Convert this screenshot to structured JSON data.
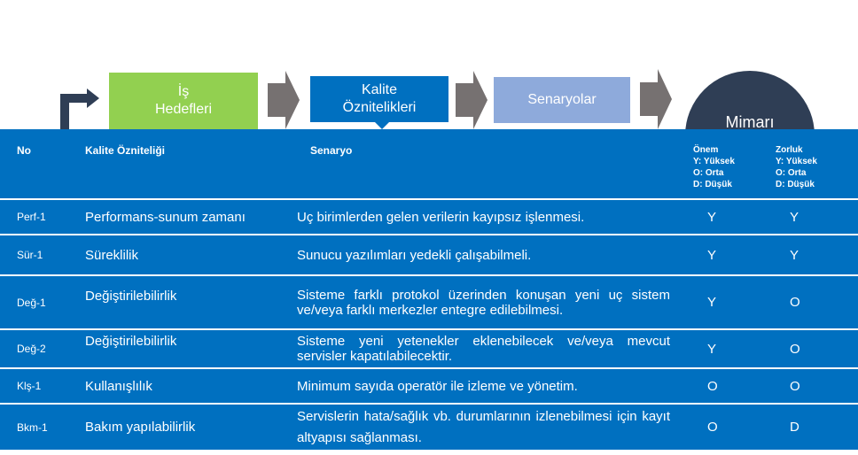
{
  "flow": {
    "goals_label": "İş\nHedefleri",
    "quality_label": "Kalite\nÖznitelikleri",
    "scenario_label": "Senaryolar",
    "architecture_label": "Mimarı"
  },
  "colors": {
    "table_blue": "#0070c0",
    "goals_green": "#92d050",
    "scenario_lightblue": "#8eaadb",
    "architecture_dark": "#2f3e55",
    "arrow_gray": "#767171"
  },
  "table": {
    "headers": {
      "no": "No",
      "attribute": "Kalite Özniteliği",
      "scenario": "Senaryo",
      "importance": [
        "Önem",
        "Y: Yüksek",
        "O: Orta",
        "D: Düşük"
      ],
      "difficulty": [
        "Zorluk",
        "Y: Yüksek",
        "O: Orta",
        "D: Düşük"
      ]
    },
    "rows": [
      {
        "no": "Perf-1",
        "attribute": "Performans-sunum  zamanı",
        "scenario": "Uç birimlerden gelen verilerin kayıpsız işlenmesi.",
        "importance": "Y",
        "difficulty": "Y"
      },
      {
        "no": "Sür-1",
        "attribute": "Süreklilik",
        "scenario": "Sunucu yazılımları  yedekli çalışabilmeli.",
        "importance": "Y",
        "difficulty": "Y"
      },
      {
        "no": "Değ-1",
        "attribute": "Değiştirilebilirlik",
        "scenario": "Sisteme farklı protokol üzerinden konuşan yeni uç sistem ve/veya farklı merkezler entegre edilebilmesi.",
        "importance": "Y",
        "difficulty": "O"
      },
      {
        "no": "Değ-2",
        "attribute": "Değiştirilebilirlik",
        "scenario": "Sisteme yeni yetenekler eklenebilecek ve/veya mevcut servisler kapatılabilecektir.",
        "importance": "Y",
        "difficulty": "O"
      },
      {
        "no": "Klş-1",
        "attribute": "Kullanışlılık",
        "scenario": "Minimum sayıda operatör ile izleme ve yönetim.",
        "importance": "O",
        "difficulty": "O"
      },
      {
        "no": "Bkm-1",
        "attribute": "Bakım yapılabilirlik",
        "scenario": "Servislerin hata/sağlık vb. durumlarının izlenebilmesi için kayıt altyapısı  sağlanması.",
        "importance": "O",
        "difficulty": "D"
      }
    ]
  }
}
